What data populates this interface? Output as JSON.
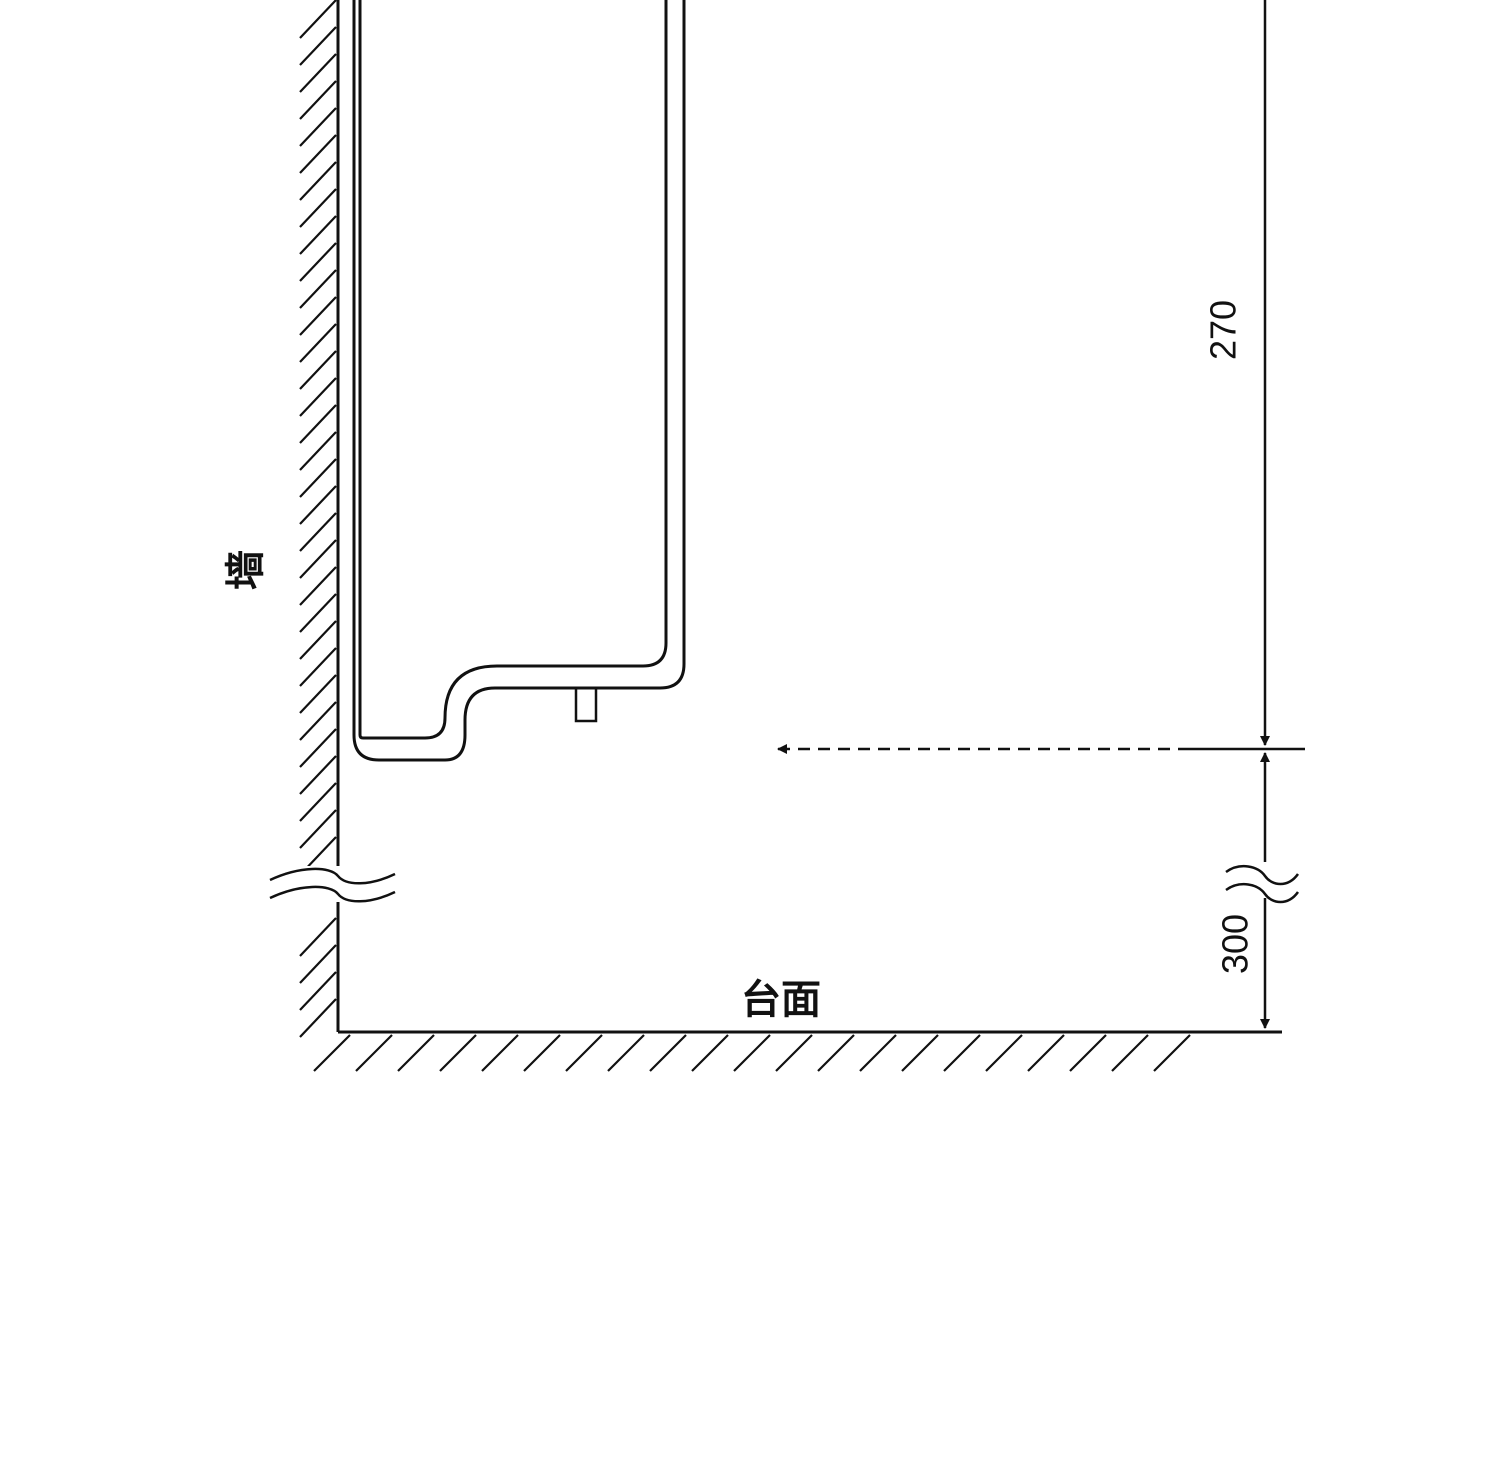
{
  "labels": {
    "wall": "墙",
    "countertop": "台面"
  },
  "dimensions": {
    "upper": "270",
    "lower": "300"
  },
  "colors": {
    "line": "#111111",
    "background": "#ffffff"
  }
}
